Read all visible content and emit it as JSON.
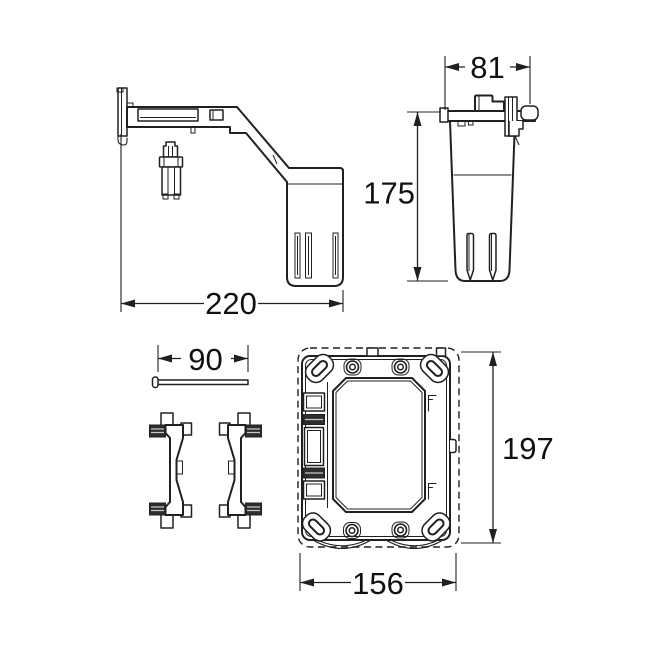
{
  "drawing": {
    "background": "#ffffff",
    "line_color": "#202020",
    "text_color": "#111111"
  },
  "dimensions": {
    "bracket_width": "220",
    "tank_top_width": "81",
    "tank_height": "175",
    "rod_length": "90",
    "frame_height": "197",
    "frame_width": "156"
  }
}
